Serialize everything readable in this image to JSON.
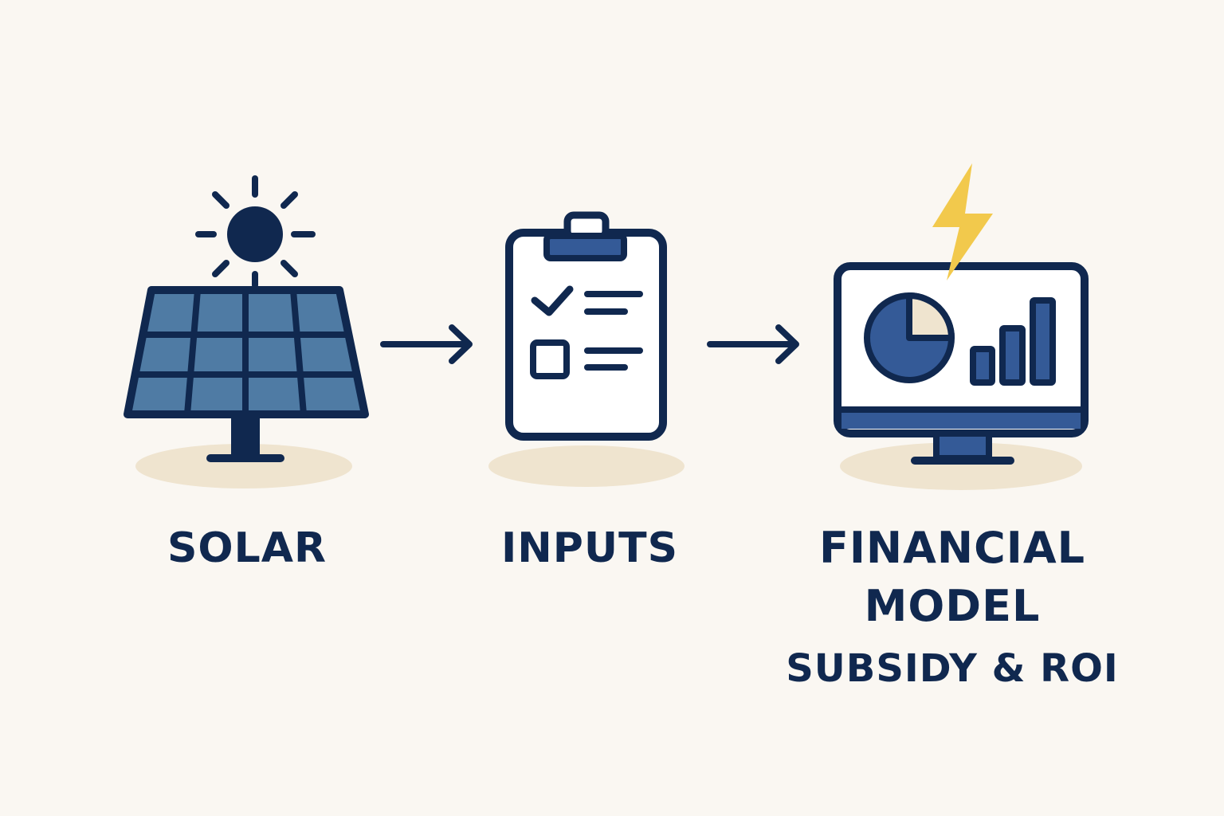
{
  "steps": [
    {
      "label": "SOLAR",
      "icon": "solar-panel-icon"
    },
    {
      "label": "INPUTS",
      "icon": "clipboard-checklist-icon"
    },
    {
      "label_line1": "FINANCIAL",
      "label_line2": "MODEL",
      "sublabel": "SUBSIDY & ROI",
      "icon": "monitor-dashboard-icon"
    }
  ],
  "connectors": [
    "arrow-right-icon",
    "arrow-right-icon"
  ],
  "colors": {
    "background": "#faf7f2",
    "navy": "#10284f",
    "panel_blue": "#4f7ba4",
    "accent_blue": "#345a97",
    "shadow": "#efe4cf",
    "bolt": "#f2c94c"
  }
}
